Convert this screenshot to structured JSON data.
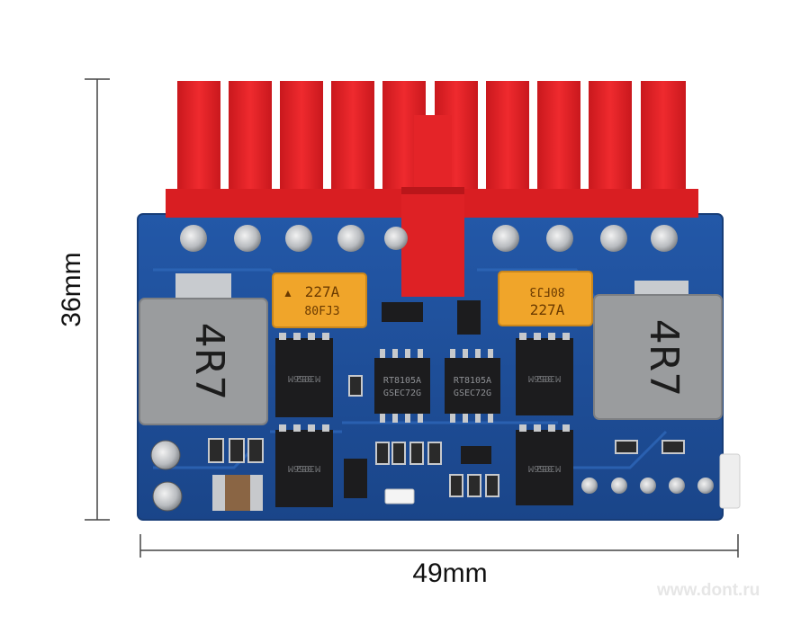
{
  "dimensions": {
    "height_label": "36mm",
    "width_label": "49mm"
  },
  "watermark": "www.dont.ru",
  "components": {
    "inductors": [
      {
        "marking": "4R7"
      },
      {
        "marking": "4R7"
      }
    ],
    "capacitors": [
      {
        "line1": "227A",
        "line2": "80FJ3"
      },
      {
        "line1": "80FJ3",
        "line2": "227A"
      }
    ],
    "controllers": [
      {
        "line1": "RT8105A",
        "line2": "GSEC72G"
      },
      {
        "line1": "RT8105A",
        "line2": "GSEC72G"
      }
    ],
    "mosfets": [
      {
        "line1": "352",
        "line2": "M3056M"
      },
      {
        "line1": "352",
        "line2": "M3056M"
      },
      {
        "line1": "352",
        "line2": "M3056M"
      },
      {
        "line1": "352",
        "line2": "M3056M"
      }
    ]
  },
  "colors": {
    "pcb": "#1f4f9a",
    "connector": "#e32226",
    "inductor": "#9a9c9e",
    "capacitor": "#f0a52a",
    "chip": "#1c1c1e"
  }
}
